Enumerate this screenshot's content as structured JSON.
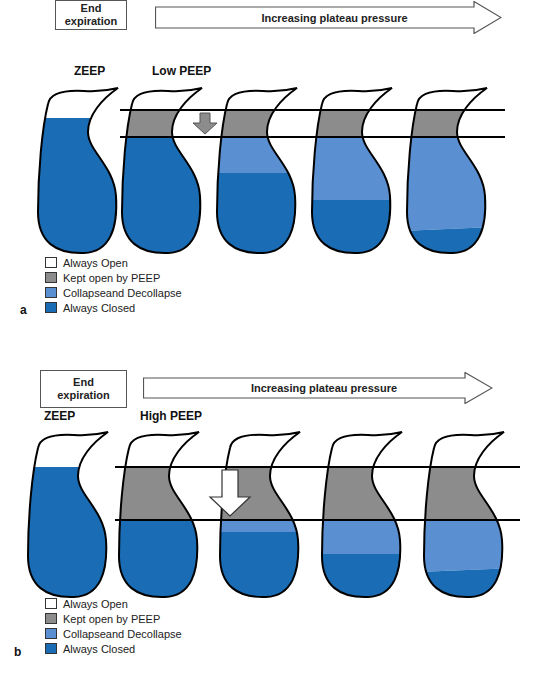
{
  "diagram": {
    "nodes": [
      {
        "text": [
          "End expiration"
        ]
      },
      {
        "text": [
          "Increasing plateau pressure"
        ]
      },
      {
        "text": [
          "End expiration"
        ]
      },
      {
        "text": [
          "Increasing plateau pressure"
        ]
      }
    ],
    "labels": [
      "ZEEP",
      "Low PEEP",
      "a",
      "ZEEP",
      "High PEEP",
      "b"
    ],
    "legend": [
      {
        "text": "Always Open",
        "color": "#ffffff"
      },
      {
        "text": "Kept open by PEEP",
        "color": "#8c8c8c"
      },
      {
        "text": "Collapseand Decollapse",
        "color": "#5a8fd2"
      },
      {
        "text": "Always Closed",
        "color": "#1a6cb5"
      },
      {
        "text": "Always Open",
        "color": "#ffffff"
      },
      {
        "text": "Kept open by PEEP",
        "color": "#8c8c8c"
      },
      {
        "text": "Collapseand Decollapse",
        "color": "#5a8fd2"
      },
      {
        "text": "Always Closed",
        "color": "#1a6cb5"
      }
    ]
  }
}
